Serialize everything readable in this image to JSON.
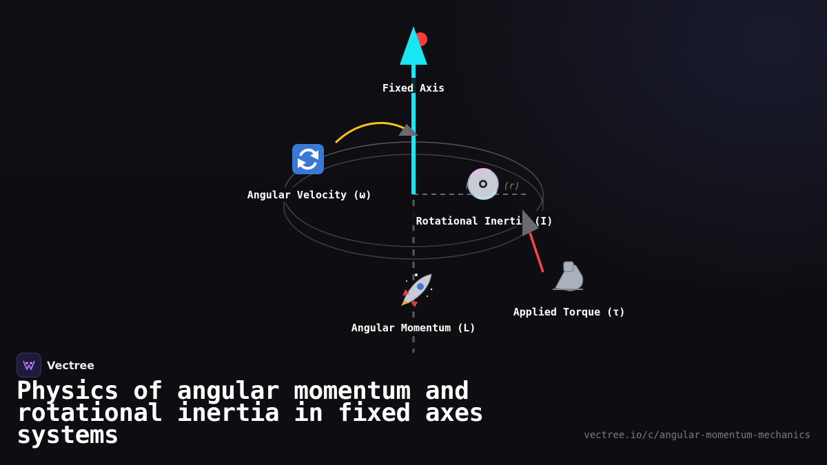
{
  "diagram": {
    "axis_label": "Fixed Axis",
    "angular_velocity_label": "Angular Velocity (ω)",
    "rotational_inertia_label": "Rotational Inertia (I)",
    "radius_label": "Radius (r)",
    "applied_torque_label": "Applied Torque (τ)",
    "angular_momentum_label": "Angular Momentum (L)",
    "icons": {
      "velocity": "counterclockwise-arrows-icon",
      "inertia": "disc-icon",
      "torque": "flexed-arm-icon",
      "momentum": "rocket-icon"
    },
    "colors": {
      "axis_arrow": "#19e6f0",
      "rotation_arc": "#f5c518",
      "torque_arrow": "#ff4444",
      "axis_tip_dot": "#ff3b3b"
    }
  },
  "brand": {
    "name": "Vectree"
  },
  "title": "Physics of angular momentum and rotational inertia in fixed axes systems",
  "url": "vectree.io/c/angular-momentum-mechanics"
}
